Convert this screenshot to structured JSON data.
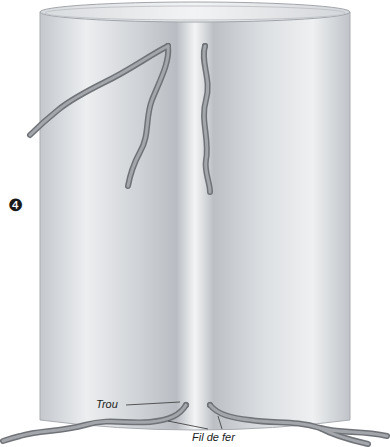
{
  "diagram": {
    "labels": [
      "❹",
      "Trou",
      "Fil de fer"
    ]
  }
}
